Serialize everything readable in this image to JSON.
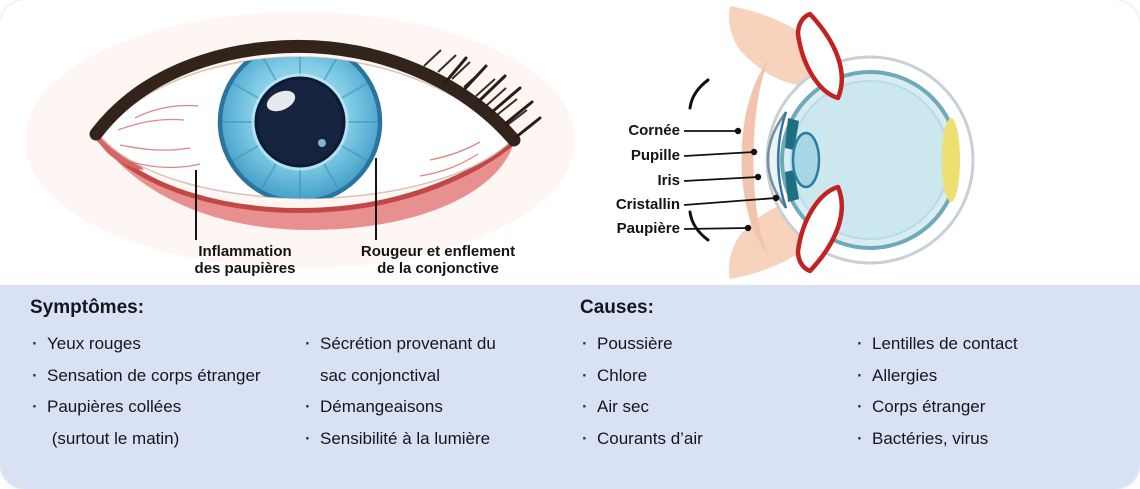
{
  "colors": {
    "panel_blue": "#d9e2f4",
    "inflammation_red": "#c24848",
    "iris_blue": "#5fb4d6"
  },
  "front_eye_diagram": {
    "eyelid_label": "Inflammation\ndes paupières",
    "conjunctiva_label": "Rougeur et enflement\nde la conjonctive"
  },
  "cross_section_diagram": {
    "labels": [
      "Cornée",
      "Pupille",
      "Iris",
      "Cristallin",
      "Paupière"
    ]
  },
  "symptoms": {
    "title": "Symptômes:",
    "column1": [
      "Yeux rouges",
      "Sensation de corps étranger",
      "Paupières collées\n (surtout le matin)"
    ],
    "column2": [
      "Sécrétion provenant du\nsac conjonctival",
      "Démangeaisons",
      "Sensibilité à la lumière"
    ]
  },
  "causes": {
    "title": "Causes:",
    "column1": [
      "Poussière",
      "Chlore",
      "Air sec",
      "Courants d’air"
    ],
    "column2": [
      "Lentilles de contact",
      "Allergies",
      "Corps étranger",
      "Bactéries, virus"
    ]
  }
}
